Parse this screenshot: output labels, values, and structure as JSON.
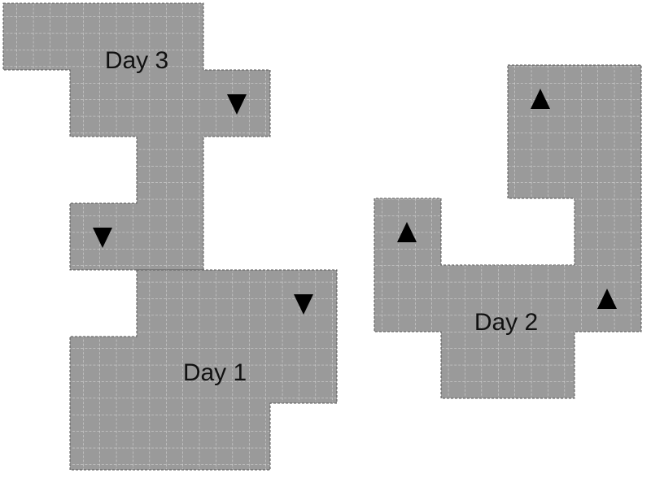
{
  "regions": [
    {
      "id": "day1",
      "label": "Day 1"
    },
    {
      "id": "day2",
      "label": "Day 2"
    },
    {
      "id": "day3",
      "label": "Day 3"
    }
  ],
  "colors": {
    "region_fill": "#9a9a9a",
    "grid_line": "#e0e0e0",
    "outline": "#555555",
    "arrow": "#000000",
    "background": "#ffffff"
  },
  "icons": {
    "up_marker": "triangle-up-icon",
    "down_marker": "triangle-down-icon"
  }
}
